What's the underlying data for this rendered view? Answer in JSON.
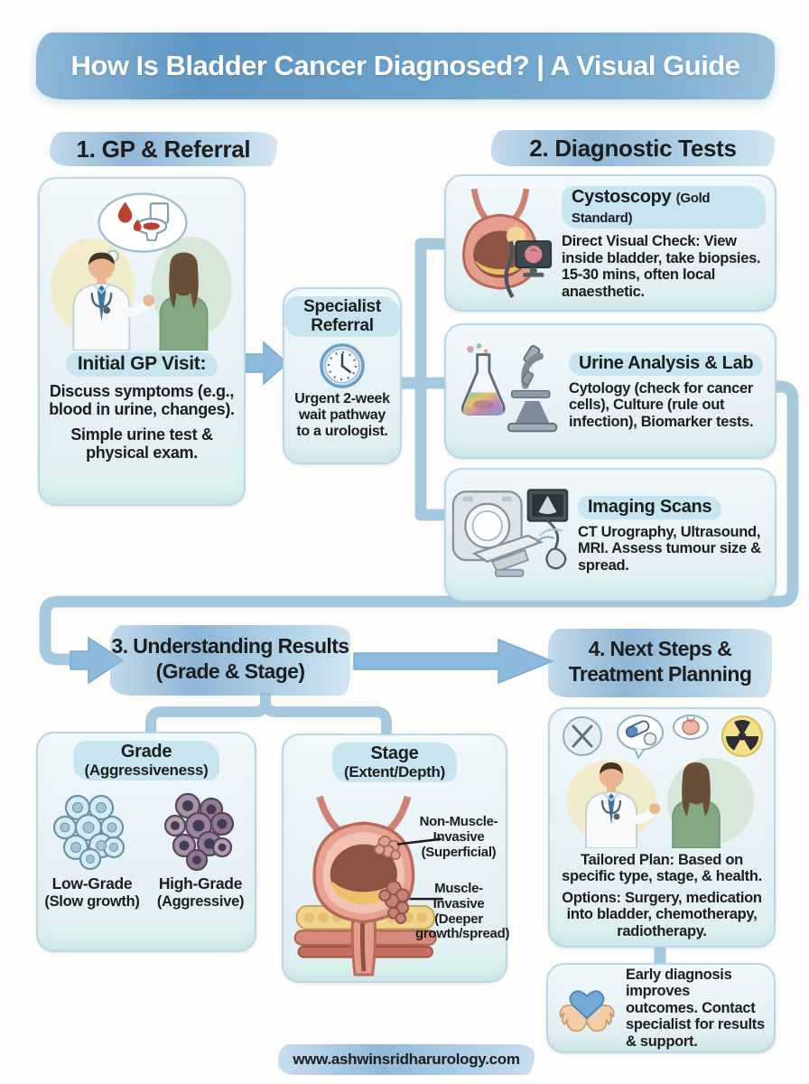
{
  "title": {
    "text": "How Is Bladder Cancer Diagnosed? | A Visual Guide"
  },
  "section1": {
    "heading": "1. GP & Referral",
    "gp_card": {
      "title": "Initial GP Visit:",
      "body1": "Discuss symptoms (e.g., blood in urine, changes).",
      "body2": "Simple urine test & physical exam."
    },
    "referral_card": {
      "title": "Specialist Referral",
      "body": "Urgent 2-week wait pathway to a urologist."
    }
  },
  "section2": {
    "heading": "2. Diagnostic Tests",
    "tests": [
      {
        "name": "Cystoscopy",
        "qualifier": "(Gold Standard)",
        "description": "Direct Visual Check: View inside bladder, take biopsies. 15-30 mins, often local anaesthetic."
      },
      {
        "name": "Urine Analysis & Lab",
        "qualifier": "",
        "description": "Cytology (check for cancer cells), Culture (rule out infection), Biomarker tests."
      },
      {
        "name": "Imaging Scans",
        "qualifier": "",
        "description": "CT Urography, Ultrasound, MRI. Assess tumour size & spread."
      }
    ]
  },
  "section3": {
    "heading_line1": "3. Understanding Results",
    "heading_line2": "(Grade & Stage)",
    "grade_card": {
      "title": "Grade",
      "subtitle": "(Aggressiveness)",
      "low_label": "Low-Grade",
      "low_sublabel": "(Slow growth)",
      "high_label": "High-Grade",
      "high_sublabel": "(Aggressive)"
    },
    "stage_card": {
      "title": "Stage",
      "subtitle": "(Extent/Depth)",
      "label_superficial": "Non-Muscle-Invasive (Superficial)",
      "label_invasive": "Muscle-Invasive (Deeper growth/spread)"
    }
  },
  "section4": {
    "heading_line1": "4. Next Steps &",
    "heading_line2": "Treatment Planning",
    "plan_card": {
      "body1": "Tailored Plan: Based on specific type, stage, & health.",
      "body2": "Options: Surgery, medication into bladder, chemotherapy, radiotherapy."
    },
    "support_card": {
      "body": "Early diagnosis improves outcomes. Contact specialist for results & support."
    }
  },
  "footer": {
    "url": "www.ashwinsridharurology.com"
  },
  "icons": {
    "referral_wait": "clock-icon",
    "surgery": "crossed-scalpels-icon",
    "medication": "pills-icon",
    "bladder_treatment": "bladder-icon",
    "radiotherapy": "radiation-icon",
    "support": "heart-in-hands-icon"
  },
  "colors": {
    "banner_blue": "#5f97c3",
    "heading_wash": "#a9cde4",
    "card_bg": "#edf5f9",
    "card_border": "#bcd6e4",
    "pill_bg": "#c8e4ee",
    "connector_blue": "#a5cadf",
    "arrow_blue": "#8bbadc",
    "text_dark": "#1d1d1d",
    "blood_red": "#b8412f",
    "title_text": "#ffffff"
  }
}
